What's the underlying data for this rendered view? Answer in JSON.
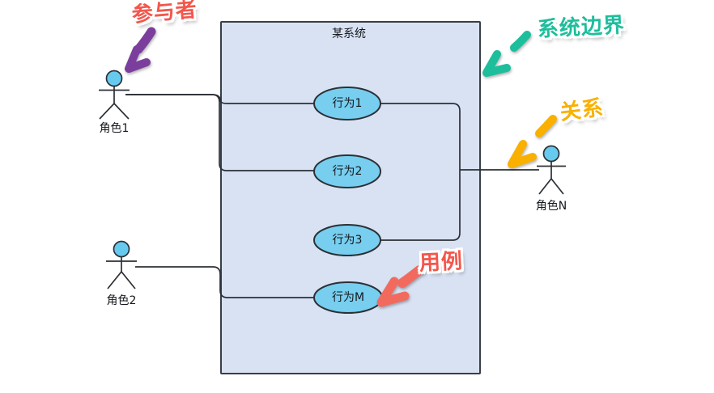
{
  "diagram": {
    "system_box": {
      "title": "某系统"
    },
    "use_cases": [
      {
        "label": "行为1"
      },
      {
        "label": "行为2"
      },
      {
        "label": "行为3"
      },
      {
        "label": "行为M"
      }
    ],
    "actors": [
      {
        "label": "角色1"
      },
      {
        "label": "角色2"
      },
      {
        "label": "角色N"
      }
    ],
    "annotations": [
      {
        "label": "参与者",
        "text_color": "#f4564b",
        "arrow_color": "#7c3e9c"
      },
      {
        "label": "系统边界",
        "text_color": "#1dbe9c",
        "arrow_color": "#1dbe9c"
      },
      {
        "label": "关系",
        "text_color": "#f9b000",
        "arrow_color": "#f9b000"
      },
      {
        "label": "用例",
        "text_color": "#f4564b",
        "arrow_color": "#f26a5e"
      }
    ],
    "colors": {
      "box_fill": "#d9e2f3",
      "box_border": "#3a3f45",
      "use_case_fill": "#77ceef",
      "actor_head_fill": "#66caef",
      "line": "#2b3036"
    }
  }
}
